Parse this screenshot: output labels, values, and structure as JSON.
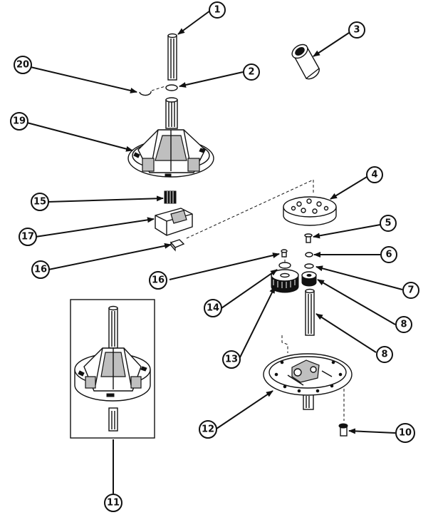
{
  "callouts": {
    "c1": "1",
    "c2": "2",
    "c3": "3",
    "c4": "4",
    "c5": "5",
    "c6": "6",
    "c7": "7",
    "c8a": "8",
    "c8b": "8",
    "c10": "10",
    "c11": "11",
    "c12": "12",
    "c13": "13",
    "c14": "14",
    "c15": "15",
    "c16a": "16",
    "c16b": "16",
    "c17": "17",
    "c19": "19",
    "c20": "20"
  }
}
